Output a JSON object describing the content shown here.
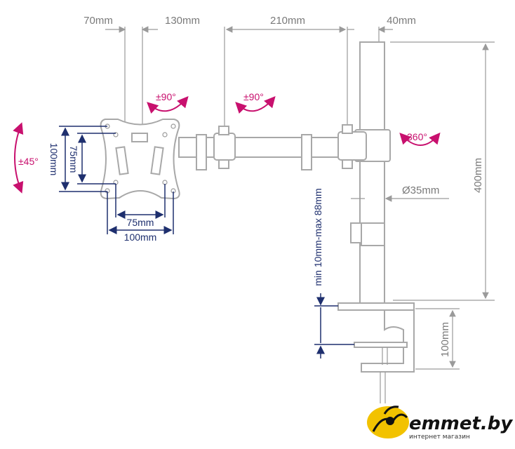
{
  "dimensions": {
    "top": [
      "70mm",
      "130mm",
      "210mm",
      "40mm"
    ],
    "height_total": "400mm",
    "pole_diameter": "Ø35mm",
    "desk_thickness": "min 10mm-max 88mm",
    "clamp_depth": "100mm",
    "vesa_vertical_outer": "100mm",
    "vesa_vertical_inner": "75mm",
    "vesa_horizontal_inner": "75mm",
    "vesa_horizontal_outer": "100mm"
  },
  "rotations": {
    "tilt": "±45°",
    "plate_swivel": "±90°",
    "arm_swivel": "±90°",
    "pole_rotation": "360°"
  },
  "logo": {
    "name": "emmet.by",
    "tagline": "интернет магазин",
    "color": "#f2c200"
  },
  "colors": {
    "dimension_blue": "#1e2f6e",
    "rotation_pink": "#c8106e",
    "line_gray": "#a8a8a8"
  }
}
